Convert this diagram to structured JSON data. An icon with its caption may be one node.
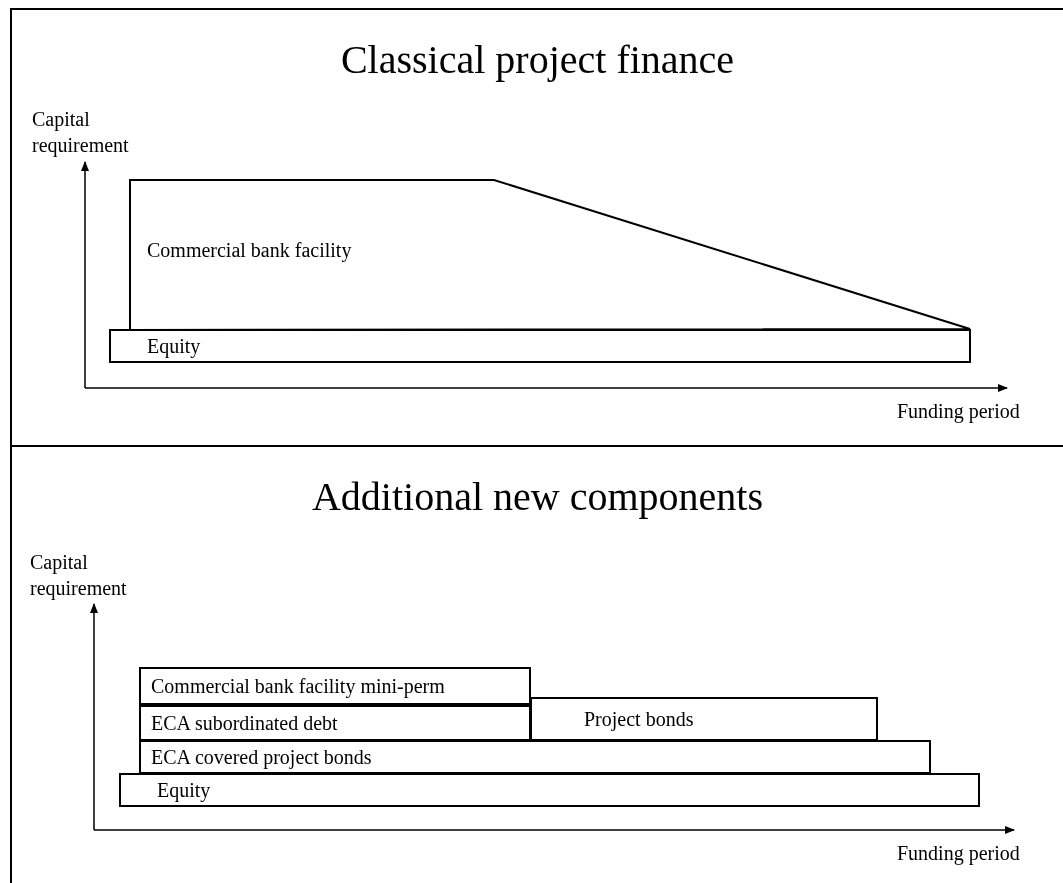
{
  "diagram": {
    "nodes": [
      {
        "text": [
          "Classical project finance"
        ]
      },
      {
        "text": [
          "Commercial bank facility"
        ],
        "in": 0
      },
      {
        "text": [
          "Equity"
        ],
        "in": 0
      },
      {
        "text": [
          "Additional new components"
        ]
      },
      {
        "text": [
          "Commercial bank facility mini-perm"
        ],
        "in": 3
      },
      {
        "text": [
          "ECA subordinated debt"
        ],
        "in": 3
      },
      {
        "text": [
          "Project bonds"
        ],
        "in": 3
      },
      {
        "text": [
          "ECA covered project bonds"
        ],
        "in": 3
      },
      {
        "text": [
          "Equity"
        ],
        "in": 3
      }
    ],
    "labels": [
      "Capital requirement",
      "Funding period",
      "Capital requirement",
      "Funding period"
    ]
  }
}
